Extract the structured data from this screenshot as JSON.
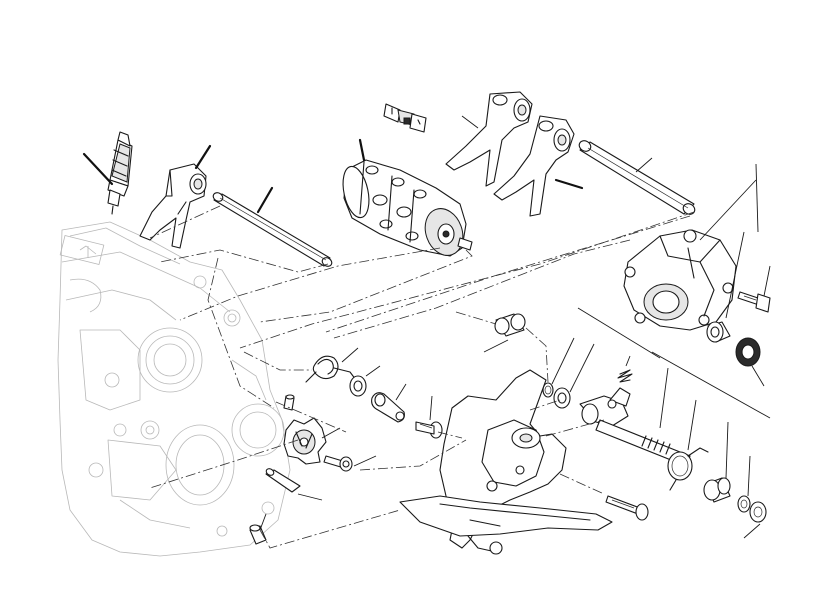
{
  "diagram": {
    "type": "exploded-parts-view",
    "colors": {
      "line": "#1a1a1a",
      "ghost": "#b8b8b8",
      "seal": "#2b2b2b",
      "background": "#ffffff"
    },
    "parts": [
      "sensor",
      "connector",
      "shift-fork-left",
      "shift-rod-left",
      "selector-drum",
      "shift-fork-middle",
      "shift-fork-right",
      "shift-rod-right",
      "cover-housing",
      "cover-bolt",
      "bushing",
      "oil-seal",
      "return-spring",
      "washer",
      "indexing-lever",
      "lever-screw",
      "pin",
      "star-wheel",
      "star-wheel-bolt",
      "dowel-pin",
      "locating-bush",
      "spacer-bush",
      "circlip",
      "shim",
      "shift-shaft",
      "detent-spring",
      "shaft-spring",
      "shaft-collar",
      "shaft-circlip",
      "shift-pedal",
      "pedal-bolt",
      "crankcase-half"
    ]
  }
}
